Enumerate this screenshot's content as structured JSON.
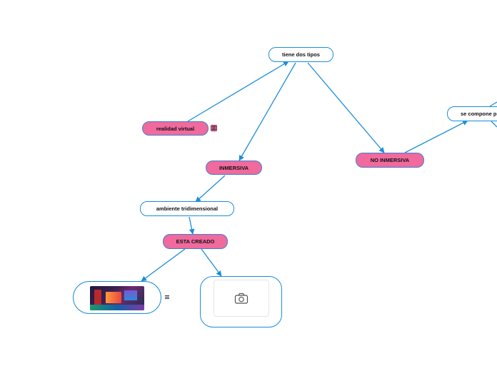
{
  "nodes": {
    "root": "tiene dos tipos",
    "realidad": "realidad virtual",
    "inmersiva": "INMERSIVA",
    "no_inmersiva": "NO INMERSIVA",
    "se_compone": "se compone p",
    "ambiente": "ambiente tridimensional",
    "esta_creado": "ESTA CREADO"
  },
  "icons": {
    "note": "note-icon",
    "camera": "camera-icon",
    "image": "vr-gaming-setup-image"
  },
  "colors": {
    "connector": "#1b8ed8",
    "pink_fill": "#f06a9d",
    "white_fill": "#ffffff"
  }
}
